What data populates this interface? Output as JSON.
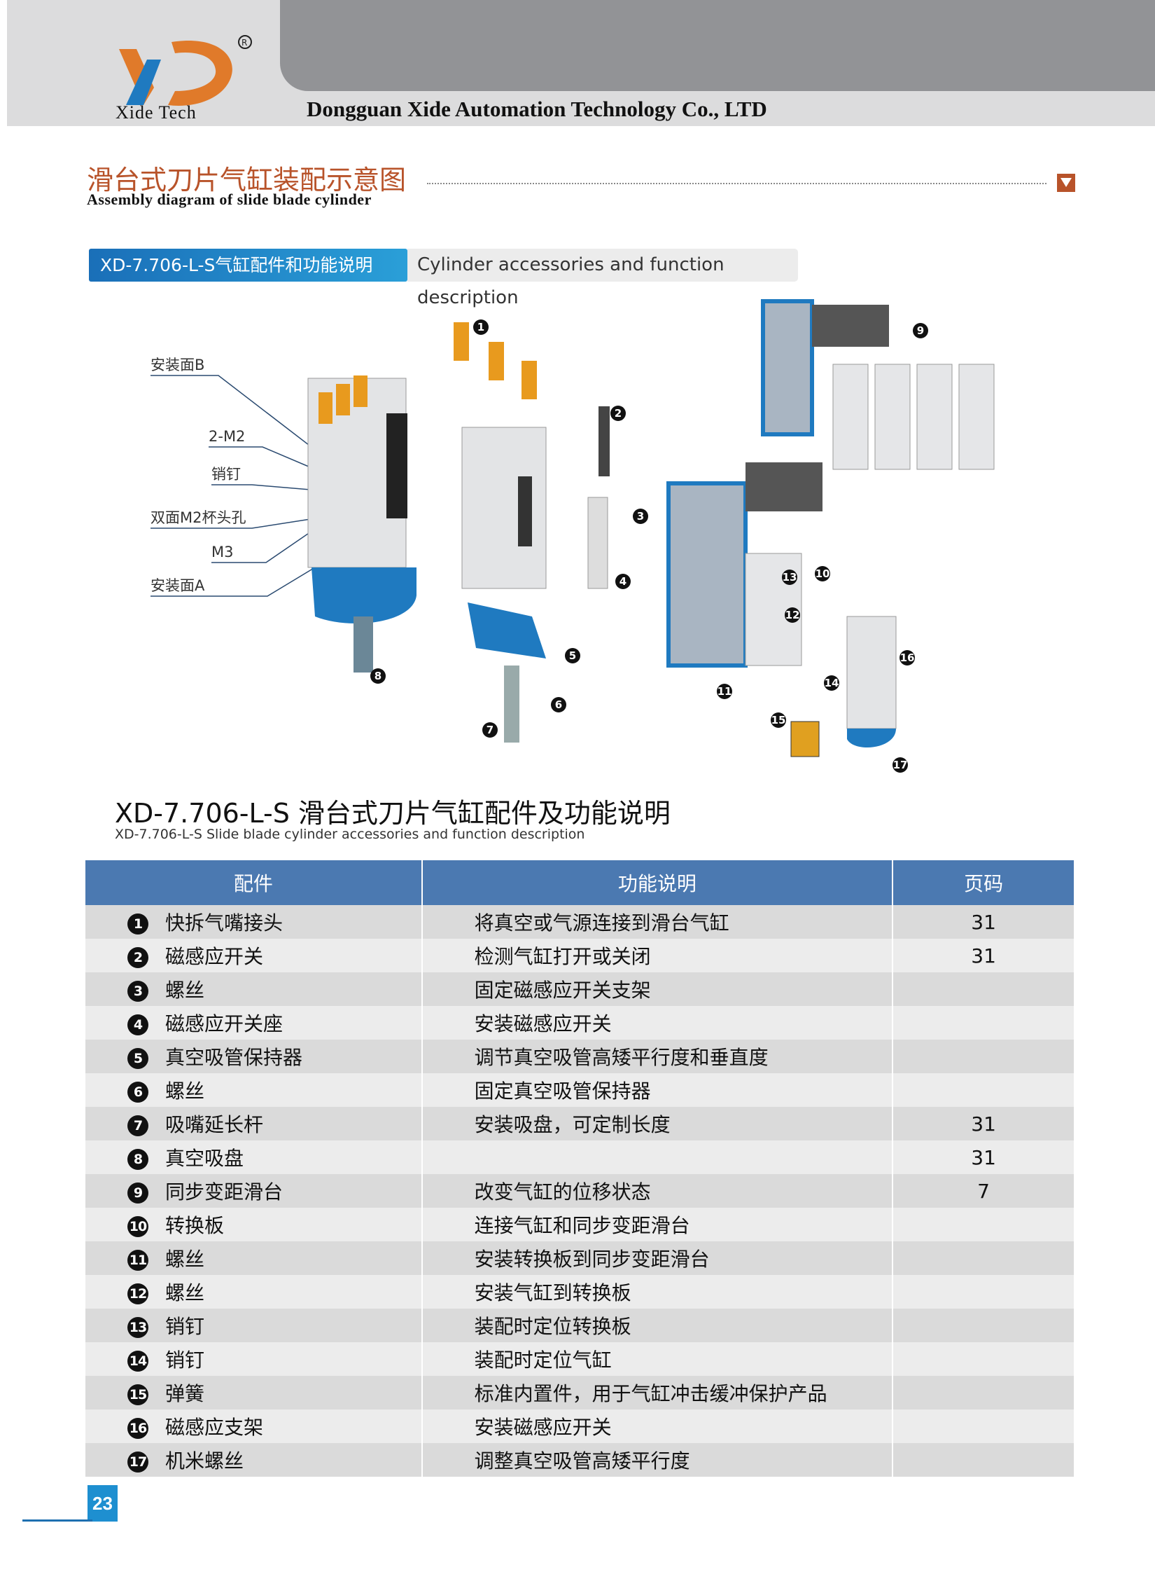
{
  "header": {
    "logo_mark": "XD",
    "logo_text": "Xide  Tech",
    "company": "Dongguan Xide Automation Technology Co., LTD"
  },
  "section": {
    "title_cn": "滑台式刀片气缸装配示意图",
    "title_en": "Assembly diagram of  slide blade cylinder"
  },
  "tabs": {
    "model_tab": "XD-7.706-L-S气缸配件和功能说明",
    "desc_tab": "Cylinder accessories and function description"
  },
  "diagram": {
    "callouts": [
      "安装面B",
      "2-M2",
      "销钉",
      "双面M2杯头孔",
      "M3",
      "安装面A"
    ],
    "markers": [
      "1",
      "2",
      "3",
      "4",
      "5",
      "6",
      "7",
      "8",
      "9",
      "10",
      "11",
      "12",
      "13",
      "14",
      "15",
      "16",
      "17"
    ]
  },
  "table_title": {
    "cn": "XD-7.706-L-S 滑台式刀片气缸配件及功能说明",
    "en": "XD-7.706-L-S Slide blade cylinder accessories and function description"
  },
  "table": {
    "headers": [
      "配件",
      "功能说明",
      "页码"
    ],
    "rows": [
      {
        "n": "1",
        "part": "快拆气嘴接头",
        "desc": "将真空或气源连接到滑台气缸",
        "page": "31"
      },
      {
        "n": "2",
        "part": "磁感应开关",
        "desc": "检测气缸打开或关闭",
        "page": "31"
      },
      {
        "n": "3",
        "part": "螺丝",
        "desc": "固定磁感应开关支架",
        "page": ""
      },
      {
        "n": "4",
        "part": "磁感应开关座",
        "desc": "安装磁感应开关",
        "page": ""
      },
      {
        "n": "5",
        "part": "真空吸管保持器",
        "desc": "调节真空吸管高矮平行度和垂直度",
        "page": ""
      },
      {
        "n": "6",
        "part": "螺丝",
        "desc": "固定真空吸管保持器",
        "page": ""
      },
      {
        "n": "7",
        "part": "吸嘴延长杆",
        "desc": "安装吸盘，可定制长度",
        "page": "31"
      },
      {
        "n": "8",
        "part": "真空吸盘",
        "desc": "",
        "page": "31"
      },
      {
        "n": "9",
        "part": "同步变距滑台",
        "desc": "改变气缸的位移状态",
        "page": "7"
      },
      {
        "n": "10",
        "part": "转换板",
        "desc": "连接气缸和同步变距滑台",
        "page": ""
      },
      {
        "n": "11",
        "part": "螺丝",
        "desc": "安装转换板到同步变距滑台",
        "page": ""
      },
      {
        "n": "12",
        "part": "螺丝",
        "desc": "安装气缸到转换板",
        "page": ""
      },
      {
        "n": "13",
        "part": "销钉",
        "desc": "装配时定位转换板",
        "page": ""
      },
      {
        "n": "14",
        "part": "销钉",
        "desc": "装配时定位气缸",
        "page": ""
      },
      {
        "n": "15",
        "part": "弹簧",
        "desc": "标准内置件，用于气缸冲击缓冲保护产品",
        "page": ""
      },
      {
        "n": "16",
        "part": "磁感应支架",
        "desc": "安装磁感应开关",
        "page": ""
      },
      {
        "n": "17",
        "part": "机米螺丝",
        "desc": "调整真空吸管高矮平行度",
        "page": ""
      }
    ]
  },
  "page_number": "23",
  "colors": {
    "accent": "#b8532a",
    "table_header": "#4b79b1",
    "tab_blue": "#1a6fb8"
  }
}
